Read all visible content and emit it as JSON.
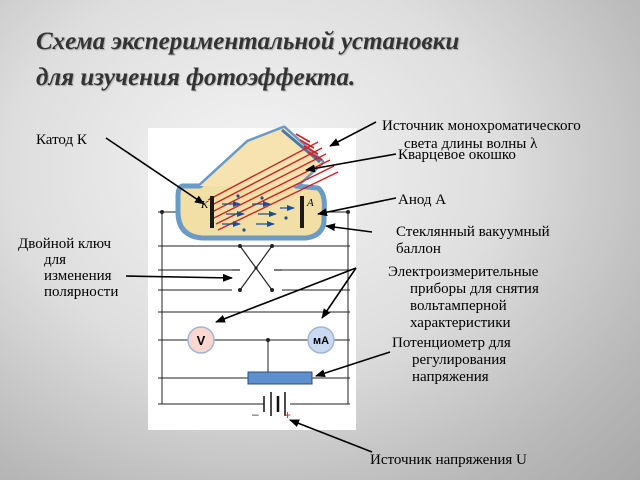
{
  "title": {
    "line1": "Схема экспериментальной установки",
    "line2": "для изучения фотоэффекта."
  },
  "labels": {
    "cathode": "Катод К",
    "light_source_1": "Источник монохроматического",
    "light_source_2": "света длины волны λ",
    "quartz_window": "Кварцевое окошко",
    "anode": "Анод А",
    "bulb_1": "Стеклянный вакуумный",
    "bulb_2": "баллон",
    "switch_1": "Двойной  ключ",
    "switch_2": "для",
    "switch_3": "изменения",
    "switch_4": "полярности",
    "meters_1": "Электроизмерительные",
    "meters_2": "приборы для снятия",
    "meters_3": "вольтамперной",
    "meters_4": "характеристики",
    "pot_1": "Потенциометр для",
    "pot_2": "регулирования",
    "pot_3": "напряжения",
    "voltage_source": "Источник напряжения U"
  },
  "diagram": {
    "cathode_letter": "К",
    "anode_letter": "А",
    "voltmeter_symbol": "V",
    "ammeter_symbol": "мА",
    "minus_sign": "–",
    "plus_sign": "+"
  },
  "colors": {
    "tube_border": "#6a9ac6",
    "tube_fill": "#f2dfa6",
    "light_ray": "#d22222",
    "electron": "#1b4f9a",
    "voltmeter_fill": "#fbd7cf",
    "ammeter_fill": "#c9d9ef",
    "potentiometer_fill": "#5e8fcf"
  }
}
